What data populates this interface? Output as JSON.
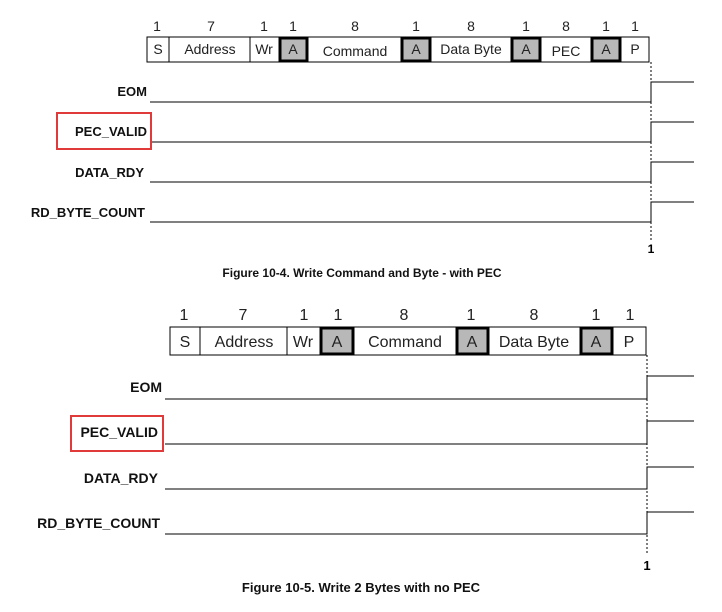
{
  "figures": [
    {
      "bits": [
        "1",
        "7",
        "1",
        "1",
        "8",
        "1",
        "8",
        "1",
        "8",
        "1",
        "1"
      ],
      "fields": [
        {
          "label": "S",
          "ack": false
        },
        {
          "label": "Address",
          "ack": false
        },
        {
          "label": "Wr",
          "ack": false
        },
        {
          "label": "A",
          "ack": true
        },
        {
          "label": "Command",
          "ack": false
        },
        {
          "label": "A",
          "ack": true
        },
        {
          "label": "Data Byte",
          "ack": false
        },
        {
          "label": "A",
          "ack": true
        },
        {
          "label": "PEC",
          "ack": false
        },
        {
          "label": "A",
          "ack": true
        },
        {
          "label": "P",
          "ack": false
        }
      ],
      "signals": [
        "EOM",
        "PEC_VALID",
        "DATA_RDY",
        "RD_BYTE_COUNT"
      ],
      "highlighted_signal": "PEC_VALID",
      "marker": "1",
      "caption": "Figure 10-4. Write Command and Byte - with PEC"
    },
    {
      "bits": [
        "1",
        "7",
        "1",
        "1",
        "8",
        "1",
        "8",
        "1",
        "1"
      ],
      "fields": [
        {
          "label": "S",
          "ack": false
        },
        {
          "label": "Address",
          "ack": false
        },
        {
          "label": "Wr",
          "ack": false
        },
        {
          "label": "A",
          "ack": true
        },
        {
          "label": "Command",
          "ack": false
        },
        {
          "label": "A",
          "ack": true
        },
        {
          "label": "Data Byte",
          "ack": false
        },
        {
          "label": "A",
          "ack": true
        },
        {
          "label": "P",
          "ack": false
        }
      ],
      "signals": [
        "EOM",
        "PEC_VALID",
        "DATA_RDY",
        "RD_BYTE_COUNT"
      ],
      "highlighted_signal": "PEC_VALID",
      "marker": "1",
      "caption": "Figure 10-5. Write 2 Bytes with no PEC"
    }
  ],
  "colors": {
    "ack_fill": "#b8b8b8",
    "highlight_border": "#e03a3a",
    "line": "#000000"
  }
}
